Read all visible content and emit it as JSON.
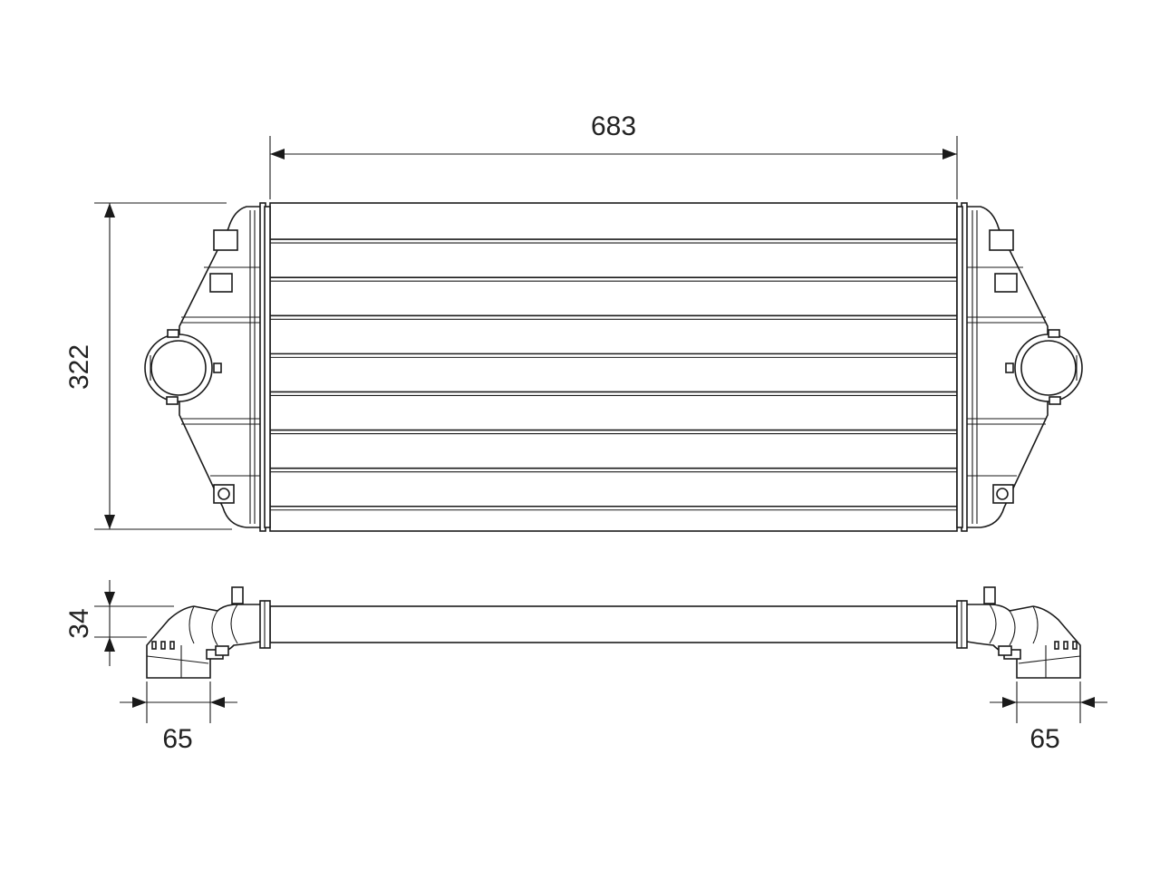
{
  "dimensions": {
    "width_label": "683",
    "height_label": "322",
    "depth_label": "34",
    "left_offset_label": "65",
    "right_offset_label": "65"
  },
  "colors": {
    "line": "#1a1a1a",
    "background": "#ffffff"
  }
}
